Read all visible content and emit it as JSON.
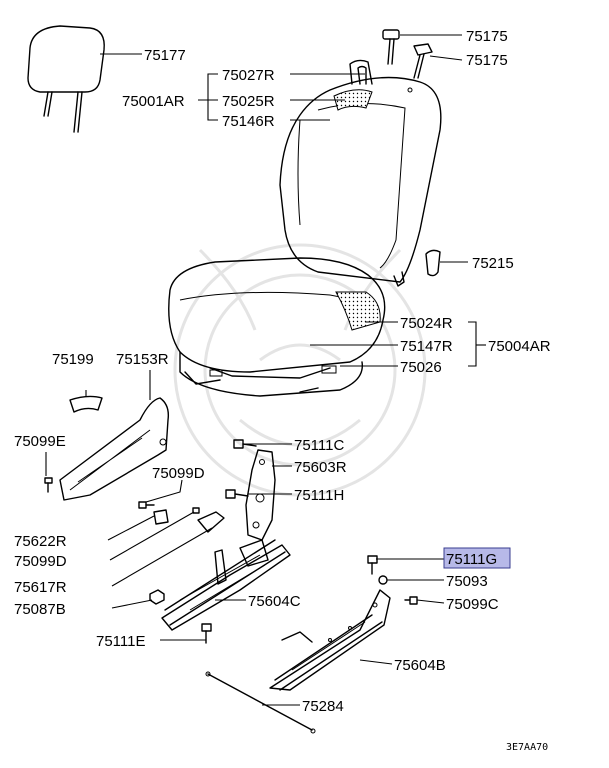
{
  "labels": {
    "p75177": "75177",
    "p75175a": "75175",
    "p75175b": "75175",
    "p75027R": "75027R",
    "p75001AR": "75001AR",
    "p75025R": "75025R",
    "p75146R": "75146R",
    "p75215": "75215",
    "p75024R": "75024R",
    "p75147R": "75147R",
    "p75004AR": "75004AR",
    "p75026": "75026",
    "p75199": "75199",
    "p75153R": "75153R",
    "p75099E": "75099E",
    "p75111C": "75111C",
    "p75603R": "75603R",
    "p75099Da": "75099D",
    "p75111H": "75111H",
    "p75622R": "75622R",
    "p75099Db": "75099D",
    "p75111G": "75111G",
    "p75617R": "75617R",
    "p75093": "75093",
    "p75087B": "75087B",
    "p75604C": "75604C",
    "p75099C": "75099C",
    "p75111E": "75111E",
    "p75604B": "75604B",
    "p75284": "75284",
    "code": "3E7AA70"
  },
  "highlight": {
    "part": "75111G",
    "color": "#b7b9e8",
    "border": "#3a3d8f"
  }
}
